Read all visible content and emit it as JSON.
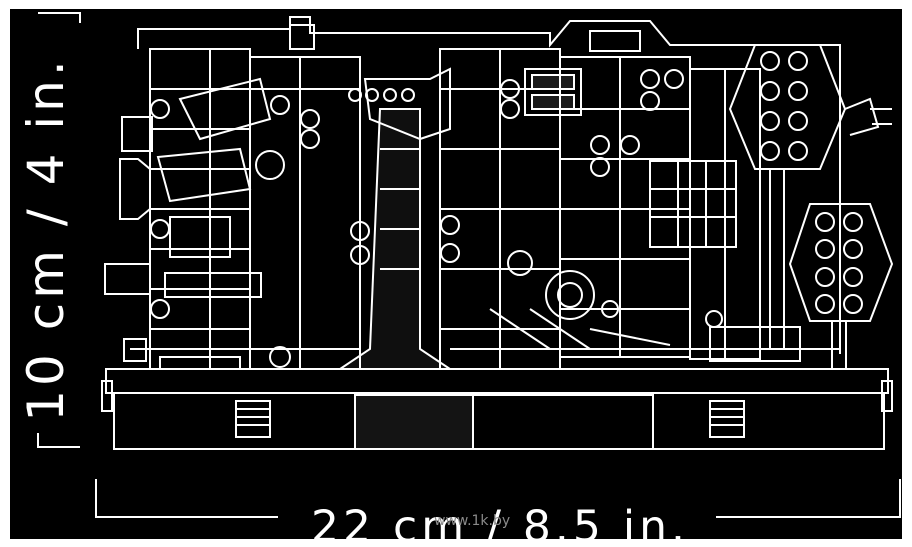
{
  "dimensions": {
    "height_label": "10 cm / 4 in.",
    "width_label": "22 cm / 8.5 in."
  },
  "watermark": "www.1k.by",
  "colors": {
    "background": "#000000",
    "line": "#ffffff",
    "watermark": "#8a8a8a"
  },
  "illustration": "lego-set-line-art"
}
